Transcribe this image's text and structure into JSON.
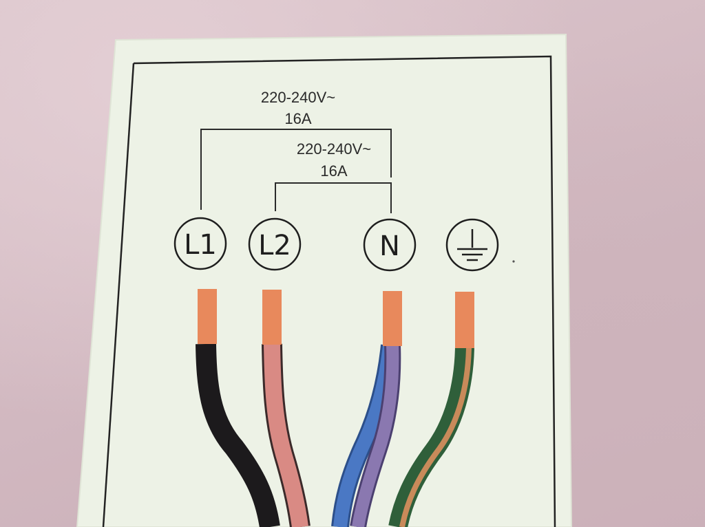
{
  "supply_labels": [
    {
      "voltage": "220-240V~",
      "current": "16A"
    },
    {
      "voltage": "220-240V~",
      "current": "16A"
    }
  ],
  "terminals": [
    {
      "label": "L1"
    },
    {
      "label": "L2"
    },
    {
      "label": "N"
    },
    {
      "label": "",
      "icon": "ground-icon"
    }
  ],
  "colors": {
    "card": "#edf2e6",
    "ink": "#1e1e1e",
    "ferrule": "#e8895c",
    "wire_l1": "#1c1a1c",
    "wire_l2": "#d98a84",
    "wire_n_blue": "#4a78c4",
    "wire_n_purple": "#8a78b0",
    "wire_earth_green": "#2f5f3a",
    "wire_earth_orange": "#c98a5a"
  }
}
